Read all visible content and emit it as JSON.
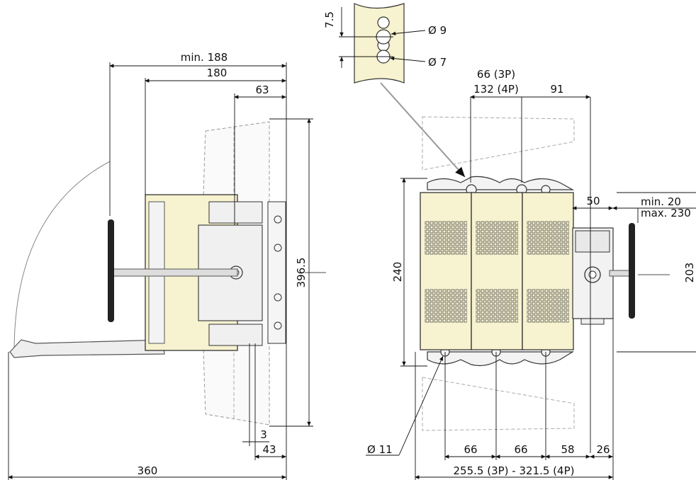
{
  "dimensions": {
    "min188": "min. 188",
    "d180": "180",
    "d63": "63",
    "d3965": "396.5",
    "d3": "3",
    "d43": "43",
    "d360": "360",
    "d75": "7.5",
    "phi9": "Ø 9",
    "phi7": "Ø 7",
    "d66_3p": "66 (3P)",
    "d132_4p": "132 (4P)",
    "d91": "91",
    "d240": "240",
    "d50": "50",
    "min20": "min. 20",
    "max230": "max. 230",
    "d203": "203",
    "phi11": "Ø 11",
    "b66a": "66",
    "b66b": "66",
    "b58": "58",
    "b26": "26",
    "total": "255.5 (3P) - 321.5 (4P)"
  }
}
